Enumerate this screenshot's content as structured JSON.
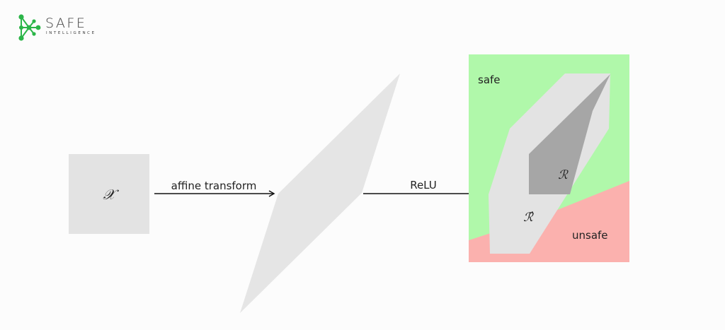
{
  "logo": {
    "name": "SAFE",
    "tagline": "INTELLIGENCE",
    "brand_color": "#2bb548",
    "icon": "network-nodes-icon"
  },
  "diagram": {
    "input_set_label": "𝒳",
    "affine_label": "affine transform",
    "relu_label": "ReLU",
    "reachable_label": "ℛ",
    "overapprox_label": "ℛ̂",
    "safe_label": "safe",
    "unsafe_label": "unsafe",
    "colors": {
      "safe_region": "#b0f8aa",
      "unsafe_region": "#fbb1ae",
      "set_fill": "#e3e3e3",
      "reachable_fill": "#a6a6a6",
      "arrow": "#111111"
    }
  }
}
